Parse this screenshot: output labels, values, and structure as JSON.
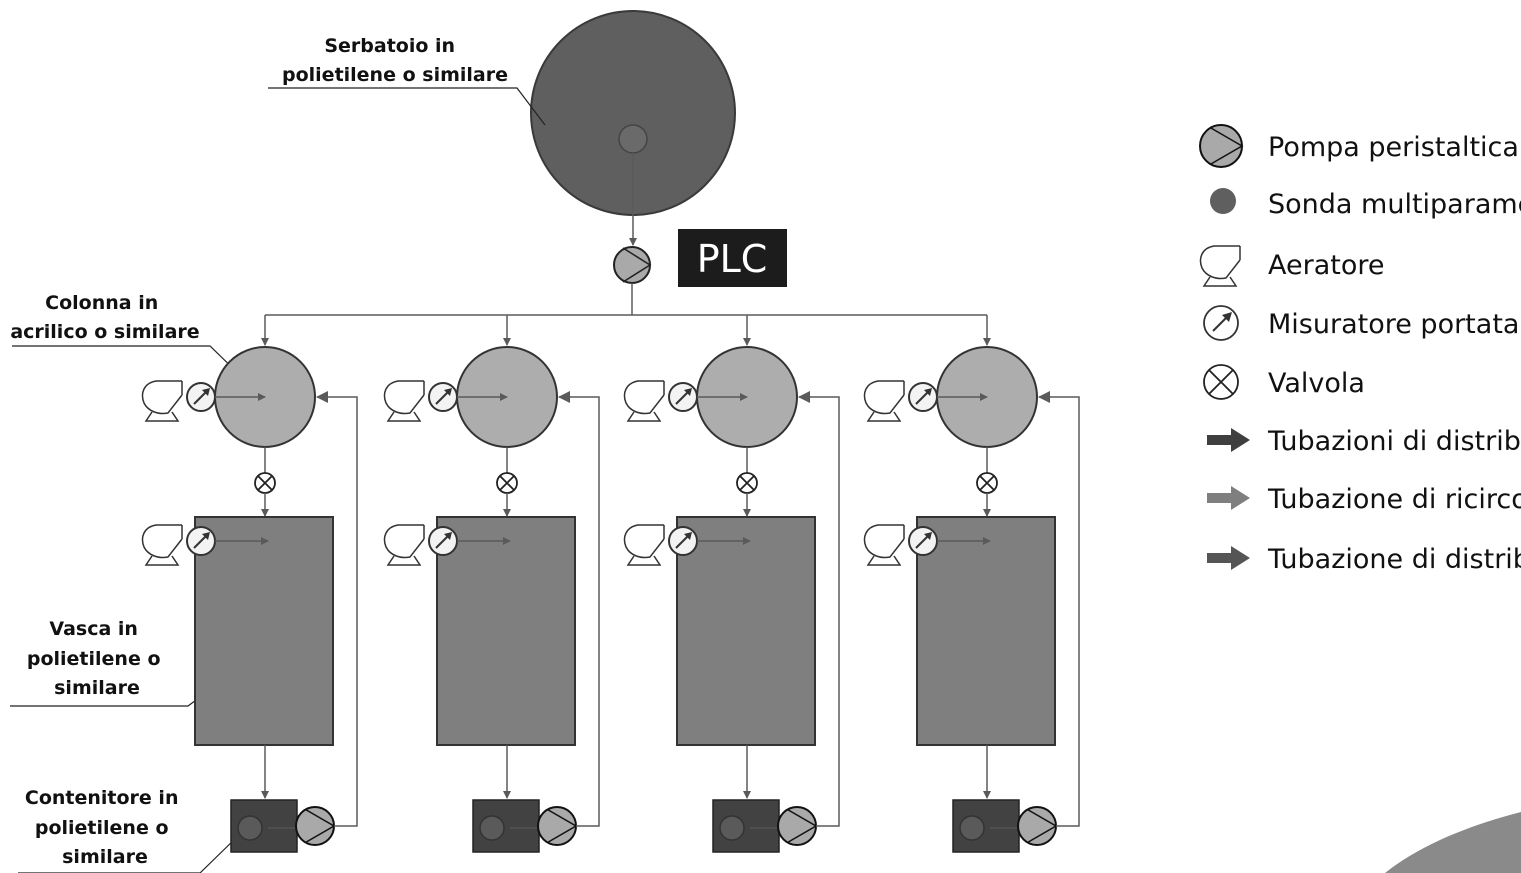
{
  "labels": {
    "serbatoio": [
      "Serbatoio in",
      "polietilene o similare"
    ],
    "colonna": [
      "Colonna in",
      "acrilico o similare"
    ],
    "vasca": [
      "Vasca in",
      "polietilene o",
      "similare"
    ],
    "contenitore": [
      "Contenitore in",
      "polietilene o",
      "similare"
    ],
    "plc": "PLC"
  },
  "legend": [
    {
      "icon": "peristaltic-pump-icon",
      "text": "Pompa peristaltica"
    },
    {
      "icon": "multiparameter-probe-icon",
      "text": "Sonda multiparame"
    },
    {
      "icon": "aerator-icon",
      "text": "Aeratore"
    },
    {
      "icon": "flow-meter-icon",
      "text": "Misuratore portata"
    },
    {
      "icon": "valve-icon",
      "text": "Valvola"
    },
    {
      "icon": "dark-arrow-icon",
      "text": "Tubazioni di distrib"
    },
    {
      "icon": "light-arrow-icon",
      "text": "Tubazione di ricirco"
    },
    {
      "icon": "medium-arrow-icon",
      "text": "Tubazione di distrib"
    }
  ],
  "colors": {
    "tank": "#5f5f5f",
    "column": "#adadad",
    "basin": "#7f7f7f",
    "container": "#424242",
    "pump": "#a9a9a9",
    "plc_box": "#1c1c1c",
    "line": "#5a5a5a"
  }
}
